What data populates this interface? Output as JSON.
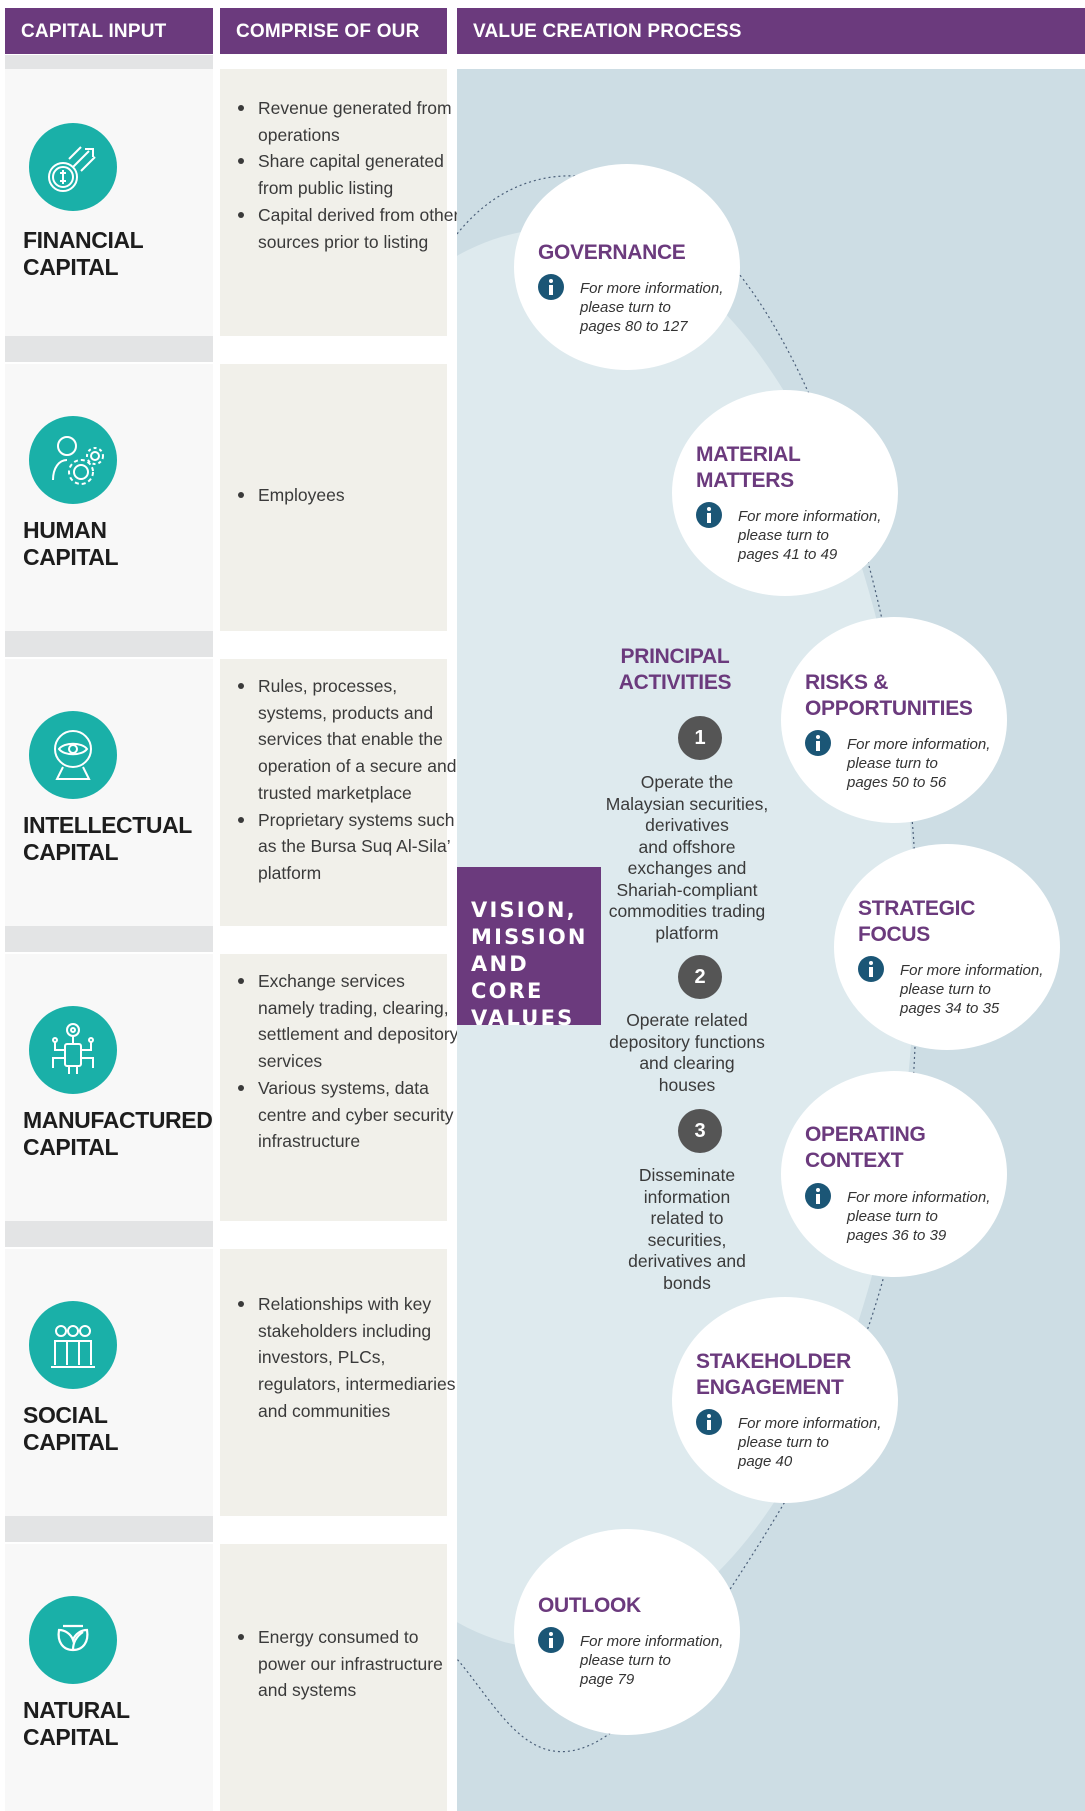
{
  "headers": {
    "capital_input": "CAPITAL INPUT",
    "comprise": "COMPRISE OF OUR",
    "value_creation": "VALUE CREATION PROCESS"
  },
  "capitals": [
    {
      "title": "FINANCIAL\nCAPITAL",
      "icon": "money-growth-icon",
      "items": [
        "Revenue generated from operations",
        "Share capital generated from public listing",
        "Capital derived from other sources prior to listing"
      ]
    },
    {
      "title": "HUMAN\nCAPITAL",
      "icon": "person-gears-icon",
      "items": [
        "Employees"
      ]
    },
    {
      "title": "INTELLECTUAL\nCAPITAL",
      "icon": "eye-head-icon",
      "items": [
        "Rules, processes, systems, products and services that enable the operation of a secure and trusted marketplace",
        "Proprietary systems such as the Bursa Suq Al-Sila’ platform"
      ]
    },
    {
      "title": "MANUFACTURED\nCAPITAL",
      "icon": "circuit-money-icon",
      "items": [
        "Exchange services namely trading, clearing, settlement and depository services",
        "Various systems, data centre and cyber security infrastructure"
      ]
    },
    {
      "title": "SOCIAL\nCAPITAL",
      "icon": "people-group-icon",
      "items": [
        "Relationships with key stakeholders including investors, PLCs, regulators, intermediaries and communities"
      ]
    },
    {
      "title": "NATURAL\nCAPITAL",
      "icon": "leaf-icon",
      "items": [
        "Energy consumed to power our infrastructure and systems"
      ]
    }
  ],
  "vision": "VISION,\nMISSION\nAND CORE\nVALUES",
  "principal_activities": {
    "title": "PRINCIPAL\nACTIVITIES",
    "items": [
      {
        "number": "1",
        "text": "Operate the\nMalaysian securities,\nderivatives\nand offshore\nexchanges and\nShariah-compliant\ncommodities trading\nplatform"
      },
      {
        "number": "2",
        "text": "Operate related\ndepository functions\nand clearing\nhouses"
      },
      {
        "number": "3",
        "text": "Disseminate\ninformation\nrelated to\nsecurities,\nderivatives and\nbonds"
      }
    ]
  },
  "bubbles": [
    {
      "title": "GOVERNANCE",
      "note": "For more information,\nplease turn to\npages 80 to 127"
    },
    {
      "title": "MATERIAL\nMATTERS",
      "note": "For more information,\nplease turn to\npages 41 to 49"
    },
    {
      "title": "RISKS &\nOPPORTUNITIES",
      "note": "For more information,\nplease turn to\npages 50 to 56"
    },
    {
      "title": "STRATEGIC\nFOCUS",
      "note": "For more information,\nplease turn to\npages 34 to 35"
    },
    {
      "title": "OPERATING\nCONTEXT",
      "note": "For more information,\nplease turn to\npages 36 to 39"
    },
    {
      "title": "STAKEHOLDER\nENGAGEMENT",
      "note": "For more information,\nplease turn to\npage 40"
    },
    {
      "title": "OUTLOOK",
      "note": "For more information,\nplease turn to\npage 79"
    }
  ],
  "colors": {
    "purple": "#6b3a7d",
    "teal": "#1ab0a8",
    "info_blue": "#1b5676"
  }
}
